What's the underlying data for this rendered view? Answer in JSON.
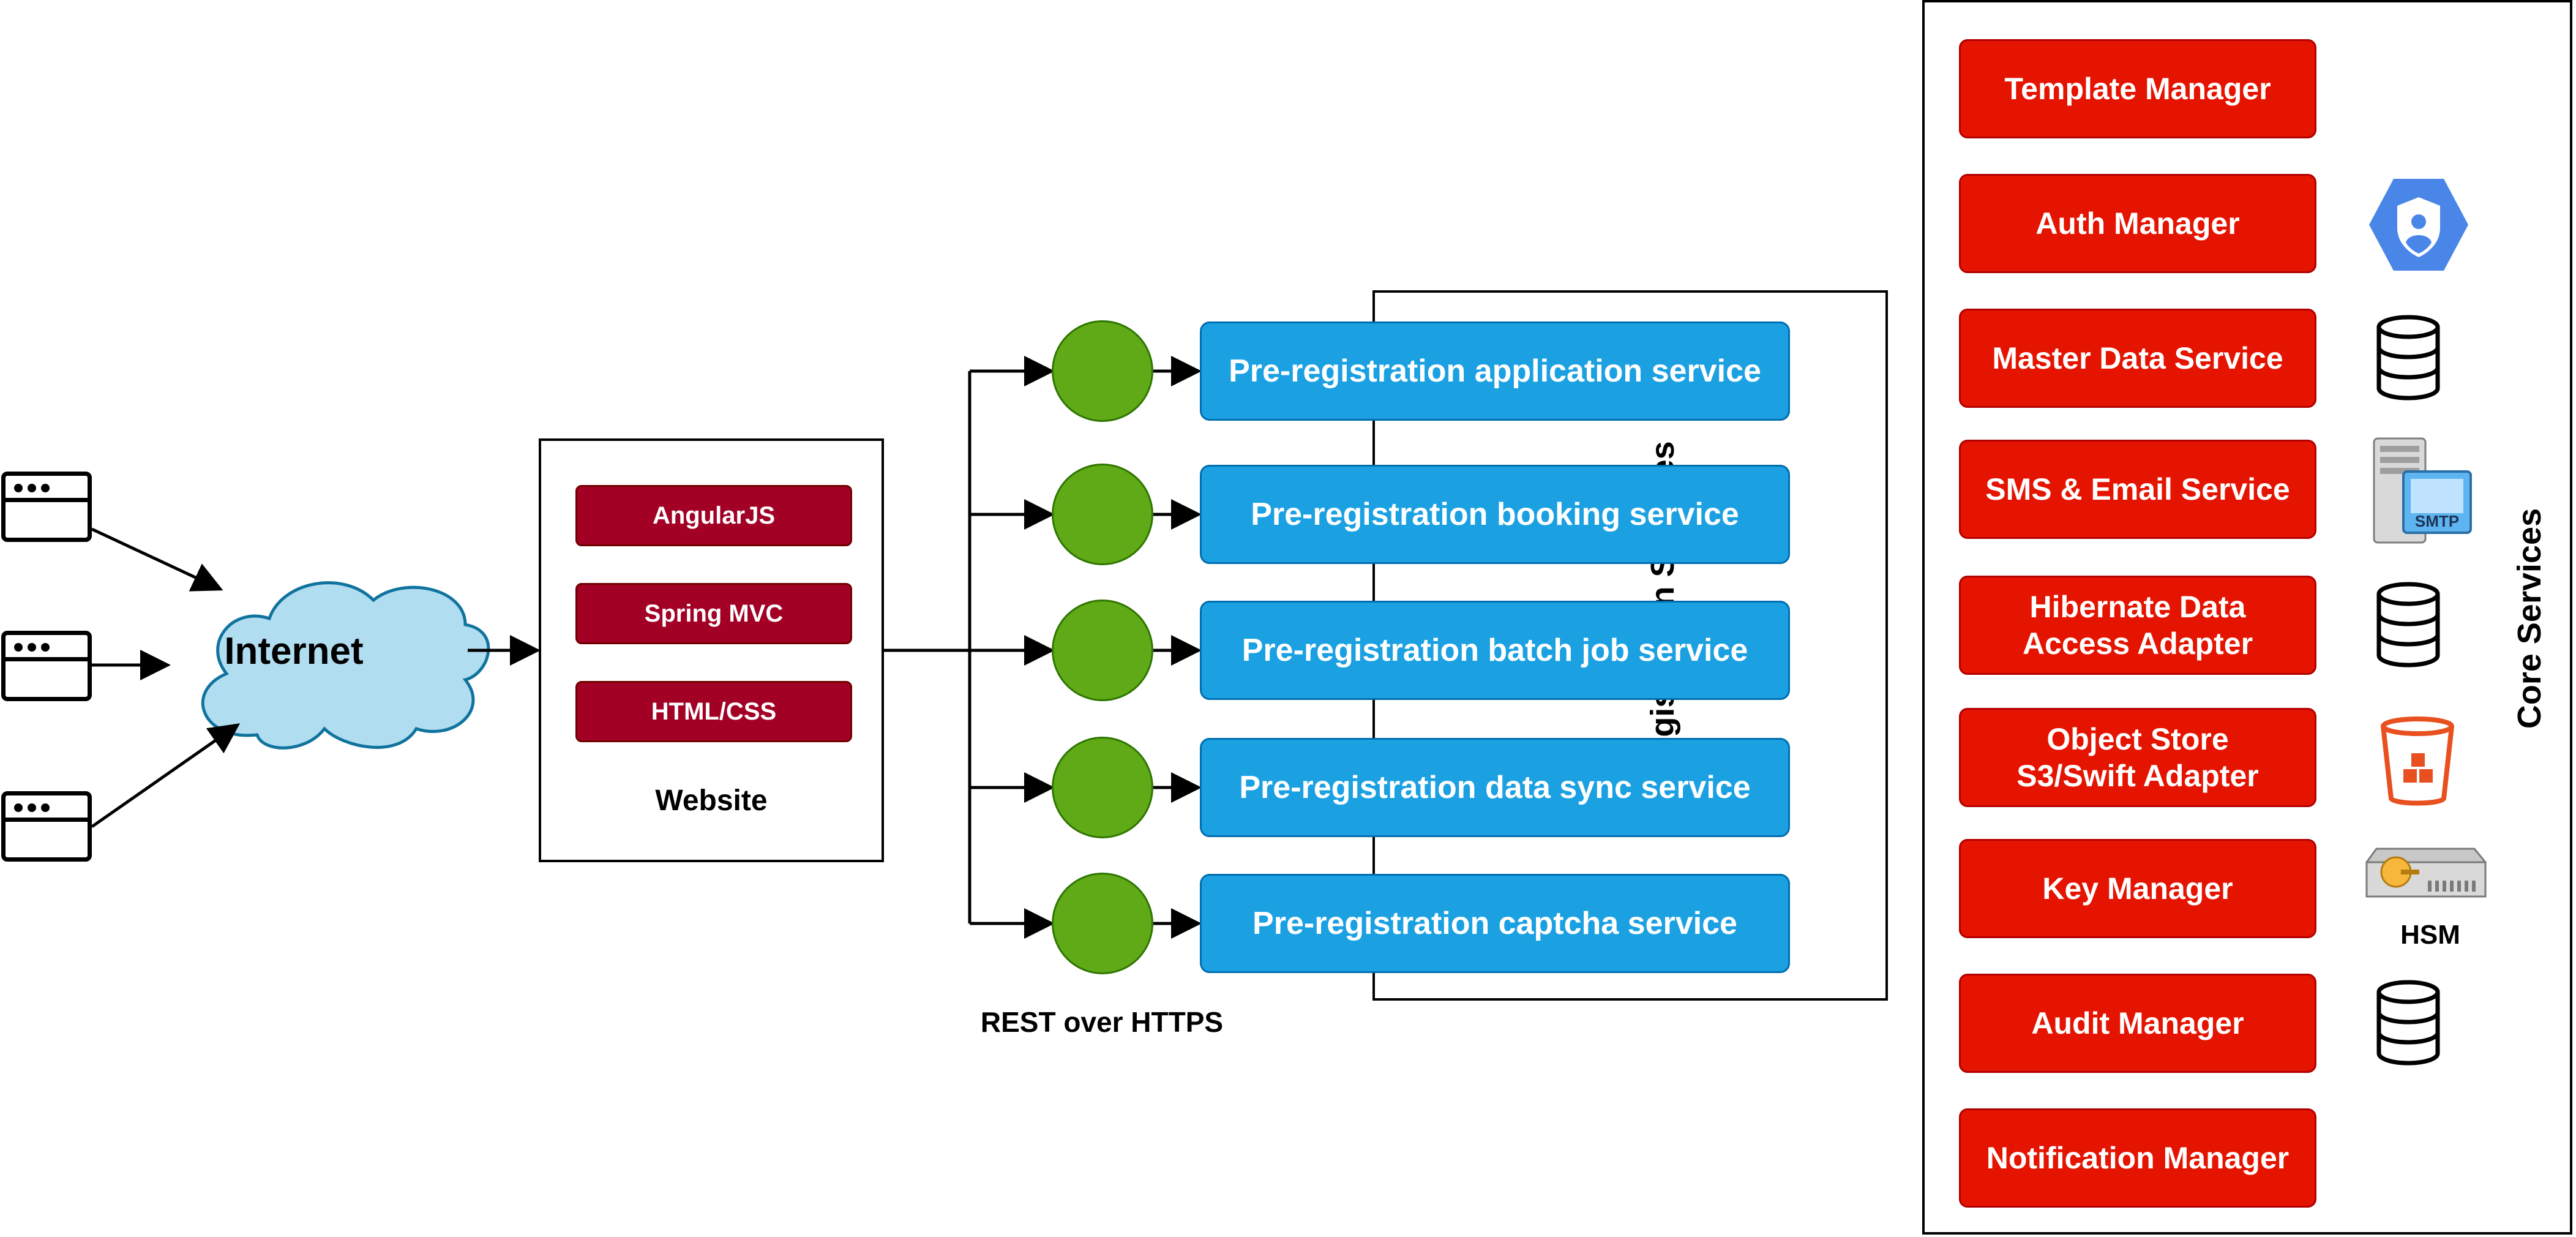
{
  "internet": {
    "label": "Internet"
  },
  "website": {
    "label": "Website",
    "technologies": [
      "AngularJS",
      "Spring MVC",
      "HTML/CSS"
    ]
  },
  "preregistration": {
    "group_label": "Pre-registration Services",
    "services": [
      "Pre-registration application service",
      "Pre-registration booking service",
      "Pre-registration batch job service",
      "Pre-registration data sync service",
      "Pre-registration captcha service"
    ],
    "protocol_label": "REST over HTTPS"
  },
  "core": {
    "group_label": "Core Services",
    "services": [
      {
        "label": "Template Manager",
        "icon": "none"
      },
      {
        "label": "Auth Manager",
        "icon": "shield-user-icon"
      },
      {
        "label": "Master Data Service",
        "icon": "database-icon"
      },
      {
        "label": "SMS & Email Service",
        "icon": "smtp-server-icon"
      },
      {
        "label": "Hibernate Data\nAccess Adapter",
        "icon": "database-icon"
      },
      {
        "label": "Object Store\nS3/Swift Adapter",
        "icon": "s3-bucket-icon"
      },
      {
        "label": "Key Manager",
        "icon": "hsm-server-icon"
      },
      {
        "label": "Audit Manager",
        "icon": "database-icon"
      },
      {
        "label": "Notification Manager",
        "icon": "none"
      }
    ],
    "hsm_label": "HSM"
  },
  "colors": {
    "tech_fill": "#a20025",
    "prereg_fill": "#1ba1e2",
    "endpoint_fill": "#60a917",
    "core_fill": "#e51400",
    "cloud_fill": "#b1ddf0"
  }
}
